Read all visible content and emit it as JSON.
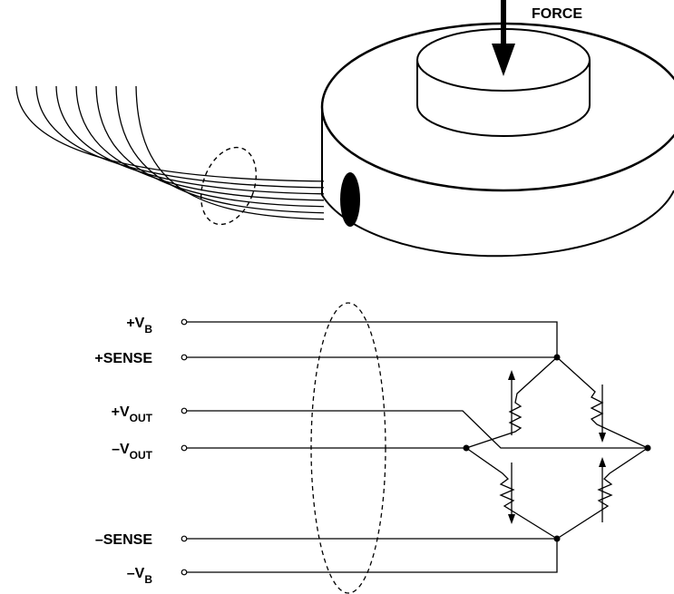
{
  "force_label": "FORCE",
  "terminals": {
    "vb_plus": {
      "prefix": "+V",
      "sub": "B"
    },
    "sense_plus": {
      "text": "+SENSE"
    },
    "vout_plus": {
      "prefix": "+V",
      "sub": "OUT"
    },
    "vout_minus": {
      "prefix": "–V",
      "sub": "OUT"
    },
    "sense_minus": {
      "text": "–SENSE"
    },
    "vb_minus": {
      "prefix": "–V",
      "sub": "B"
    }
  }
}
